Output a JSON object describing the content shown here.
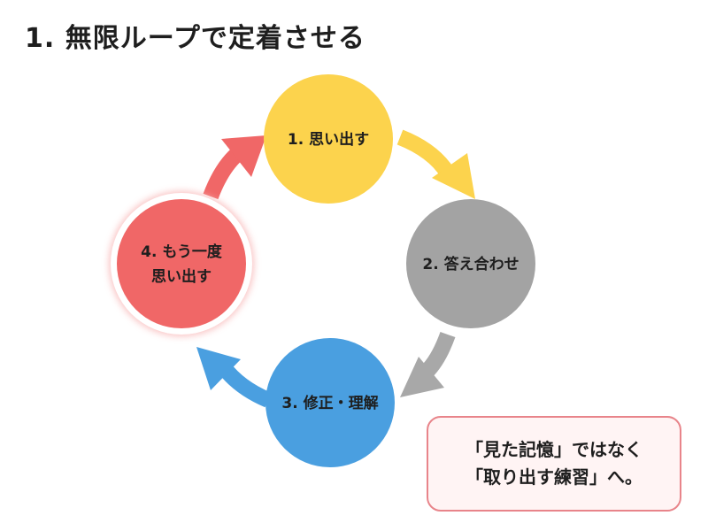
{
  "title": "1. 無限ループで定着させる",
  "steps": [
    {
      "label_lines": [
        "1. 思い出す"
      ],
      "color": "#fcd34d"
    },
    {
      "label_lines": [
        "2. 答え合わせ"
      ],
      "color": "#a3a3a3"
    },
    {
      "label_lines": [
        "3. 修正・理解"
      ],
      "color": "#4a9fe0"
    },
    {
      "label_lines": [
        "4. もう一度",
        "思い出す"
      ],
      "color": "#f06767",
      "highlighted": true
    }
  ],
  "arrows": [
    {
      "from": "1",
      "to": "2",
      "color": "#fcd34d",
      "icon": "arrow-right-down"
    },
    {
      "from": "2",
      "to": "3",
      "color": "#a8a8a8",
      "icon": "arrow-left-down"
    },
    {
      "from": "3",
      "to": "4",
      "color": "#4a9fe0",
      "icon": "arrow-left-up"
    },
    {
      "from": "4",
      "to": "1",
      "color": "#f06767",
      "icon": "arrow-right-up"
    }
  ],
  "callout": {
    "line1": "「見た記憶」ではなく",
    "line2": "「取り出す練習」へ。"
  }
}
